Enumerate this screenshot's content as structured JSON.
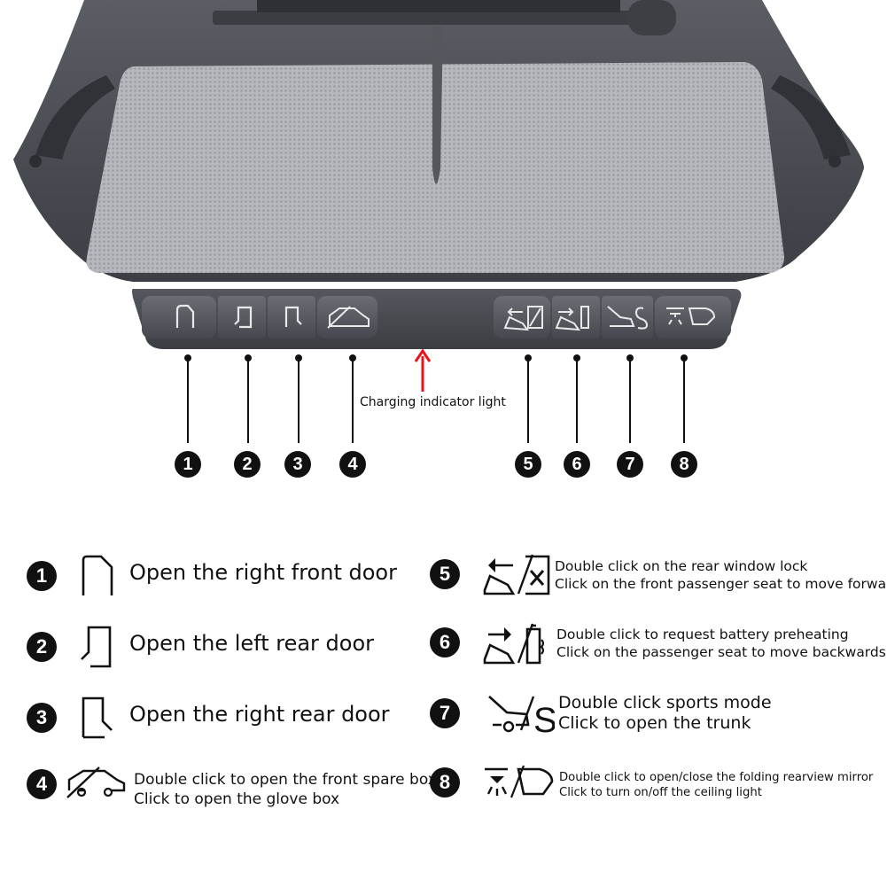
{
  "charging_label": "Charging indicator light",
  "callouts": [
    "1",
    "2",
    "3",
    "4",
    "5",
    "6",
    "7",
    "8"
  ],
  "legend": [
    {
      "num": "1",
      "icon": "right-front-door-icon",
      "lines": [
        "Open the right front door"
      ]
    },
    {
      "num": "2",
      "icon": "left-rear-door-icon",
      "lines": [
        "Open the left rear door"
      ]
    },
    {
      "num": "3",
      "icon": "right-rear-door-icon",
      "lines": [
        "Open the right rear door"
      ]
    },
    {
      "num": "4",
      "icon": "front-trunk-glovebox-icon",
      "lines": [
        "Double click to open the front spare box",
        "Click to open the glove box"
      ]
    },
    {
      "num": "5",
      "icon": "seat-forward-window-lock-icon",
      "lines": [
        "Double click on the rear window lock",
        "Click on the front passenger seat to move forward"
      ]
    },
    {
      "num": "6",
      "icon": "seat-backward-battery-icon",
      "lines": [
        "Double click to request battery preheating",
        "Click on the passenger seat to move backwards"
      ]
    },
    {
      "num": "7",
      "icon": "trunk-sport-mode-icon",
      "lines": [
        "Double click sports mode",
        "Click to open the trunk"
      ]
    },
    {
      "num": "8",
      "icon": "mirror-ceiling-light-icon",
      "lines": [
        "Double click to open/close the folding rearview mirror",
        "Click to turn on/off the ceiling light"
      ]
    }
  ],
  "colors": {
    "accent_arrow": "#e8141b",
    "panel_dark": "#4a4d53",
    "button_face": "#5c5f66",
    "mat": "#b9bbc1"
  }
}
